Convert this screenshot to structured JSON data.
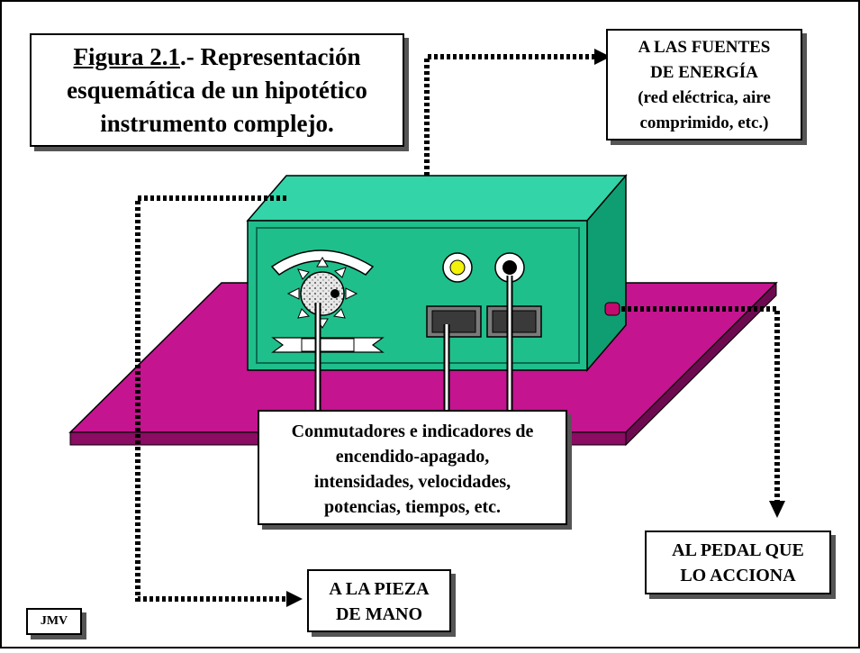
{
  "figure": {
    "title_ref": "Figura 2.1",
    "title_lines": [
      ".- Representación",
      "esquemática de un hipotético",
      "instrumento complejo."
    ]
  },
  "labels": {
    "energy": [
      "A LAS  FUENTES",
      "DE  ENERGÍA",
      "(red eléctrica, aire",
      "comprimido, etc.)"
    ],
    "switches": [
      "Conmutadores e indicadores de",
      "encendido-apagado,",
      "intensidades, velocidades,",
      "potencias, tiempos, etc."
    ],
    "pedal": [
      "AL PEDAL QUE",
      "LO ACCIONA"
    ],
    "handpiece": [
      "A LA PIEZA",
      "DE MANO"
    ],
    "author": "JMV"
  },
  "colors": {
    "platform": "#c4148f",
    "platform_edge": "#7a0a58",
    "device_front": "#1fbf8c",
    "device_top": "#32d4a8",
    "device_side": "#0f9e72",
    "indicator_yellow": "#f2f20a",
    "connector": "#c40a6e",
    "shadow": "#555555"
  }
}
